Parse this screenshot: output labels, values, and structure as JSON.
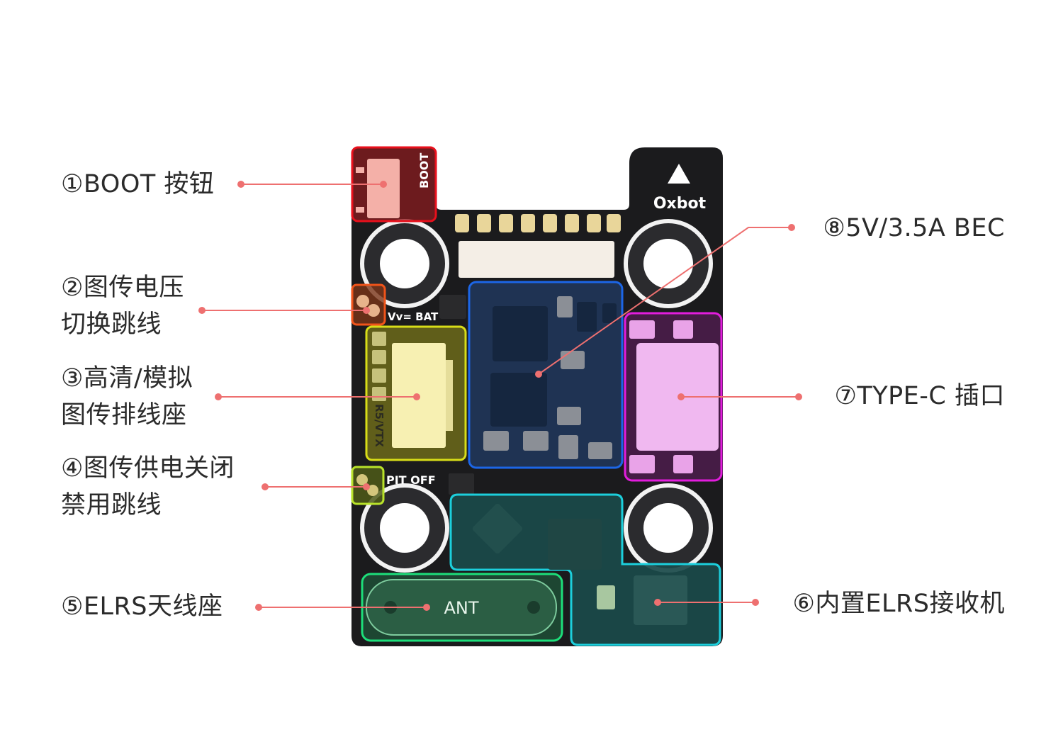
{
  "board": {
    "brand_text": "Oxbot",
    "boot_silk": "BOOT",
    "vtx_voltage_silk": "Vv= BAT",
    "connector_silk": "R5/VTX",
    "pit_off_silk": "PIT OFF",
    "antenna_text": "ANT",
    "colors": {
      "pcb": "#1b1b1d",
      "boot": "#e8101c",
      "vtx_pad": "#f0541a",
      "connector": "#d8dd18",
      "pit_pad": "#b8e22a",
      "antenna": "#1dde7a",
      "receiver": "#1ccfdc",
      "usb": "#e21ddd",
      "bec": "#1c66e6",
      "callout_line": "#ee7070"
    }
  },
  "callouts": [
    {
      "id": 1,
      "lines": [
        "①BOOT 按钮"
      ]
    },
    {
      "id": 2,
      "lines": [
        "②图传电压",
        "切换跳线"
      ]
    },
    {
      "id": 3,
      "lines": [
        "③高清/模拟",
        "图传排线座"
      ]
    },
    {
      "id": 4,
      "lines": [
        "④图传供电关闭",
        "禁用跳线"
      ]
    },
    {
      "id": 5,
      "lines": [
        "⑤ELRS天线座"
      ]
    },
    {
      "id": 6,
      "lines": [
        "⑥内置ELRS接收机"
      ]
    },
    {
      "id": 7,
      "lines": [
        "⑦TYPE-C 插口"
      ]
    },
    {
      "id": 8,
      "lines": [
        "⑧5V/3.5A BEC"
      ]
    }
  ]
}
